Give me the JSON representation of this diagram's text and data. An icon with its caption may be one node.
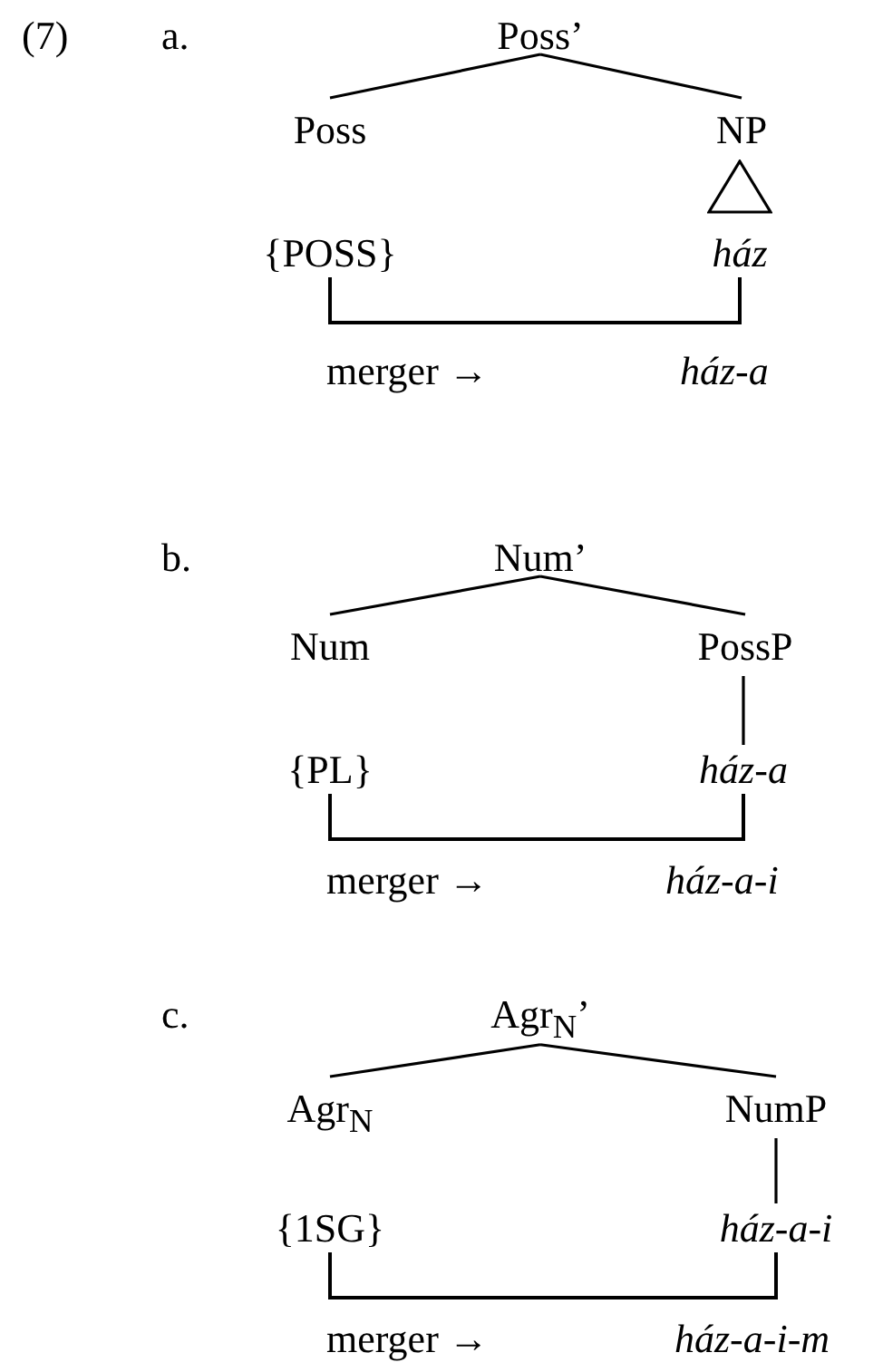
{
  "diagram": {
    "nodes": [
      {
        "text": [
          "Poss’"
        ]
      },
      {
        "text": [
          "Poss"
        ]
      },
      {
        "text": [
          "NP"
        ]
      },
      {
        "text": [],
        "shape": "triangle"
      },
      {
        "text": [
          "{POSS}"
        ]
      },
      {
        "text": [
          "ház"
        ]
      },
      {
        "text": [
          "Num’"
        ]
      },
      {
        "text": [
          "Num"
        ]
      },
      {
        "text": [
          "PossP"
        ]
      },
      {
        "text": [
          "{PL}"
        ]
      },
      {
        "text": [
          "ház-a"
        ]
      },
      {
        "text": [
          "Agr$_{N}$’"
        ]
      },
      {
        "text": [
          "Agr$_{N}$"
        ]
      },
      {
        "text": [
          "NumP"
        ]
      },
      {
        "text": [
          "{1SG}"
        ]
      },
      {
        "text": [
          "ház-a-i"
        ]
      }
    ],
    "edges": [
      {
        "from": 0,
        "to": 1,
        "arrow": "none"
      },
      {
        "from": 0,
        "to": 2,
        "arrow": "none"
      },
      {
        "from": 4,
        "to": 5,
        "arrow": "none"
      },
      {
        "from": 6,
        "to": 7,
        "arrow": "none"
      },
      {
        "from": 6,
        "to": 8,
        "arrow": "none"
      },
      {
        "from": 8,
        "to": 10,
        "arrow": "none"
      },
      {
        "from": 9,
        "to": 10,
        "arrow": "none"
      },
      {
        "from": 11,
        "to": 12,
        "arrow": "none"
      },
      {
        "from": 11,
        "to": 13,
        "arrow": "none"
      },
      {
        "from": 13,
        "to": 15,
        "arrow": "none"
      },
      {
        "from": 14,
        "to": 15,
        "arrow": "none"
      }
    ],
    "labels": [
      "(7)",
      "a.",
      "merger →",
      "ház-a",
      "b.",
      "merger →",
      "ház-a-i",
      "c.",
      "merger →",
      "ház-a-i-m"
    ]
  }
}
